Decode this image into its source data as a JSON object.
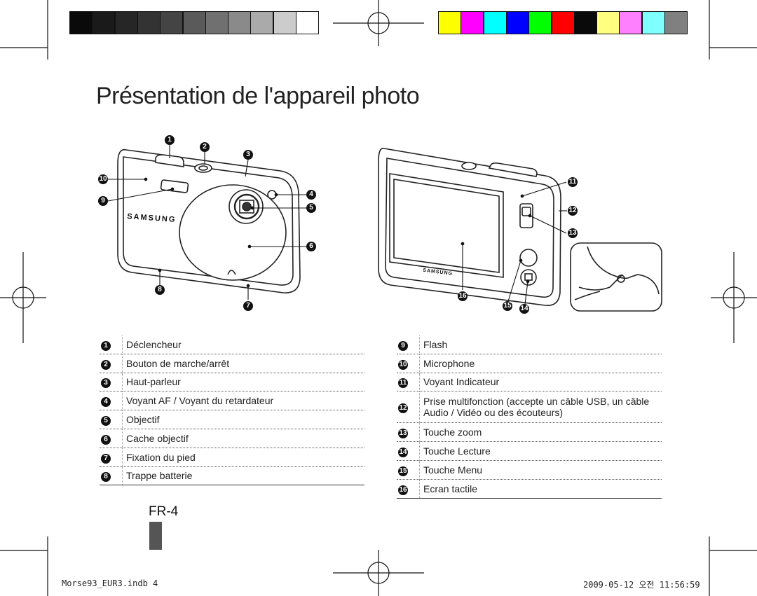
{
  "title": "Présentation de l'appareil photo",
  "grayscale_swatches": [
    "#0a0a0a",
    "#1a1a1a",
    "#262626",
    "#333333",
    "#444444",
    "#5a5a5a",
    "#707070",
    "#8a8a8a",
    "#aaaaaa",
    "#cccccc",
    "#ffffff"
  ],
  "color_swatches": [
    "#ffff00",
    "#ff00ff",
    "#00ffff",
    "#0000ff",
    "#00ff00",
    "#ff0000",
    "#0a0a0a",
    "#ffff80",
    "#ff80ff",
    "#80ffff",
    "#808080"
  ],
  "brand": "SAMSUNG",
  "callouts": [
    "1",
    "2",
    "3",
    "4",
    "5",
    "6",
    "7",
    "8",
    "9",
    "10",
    "11",
    "12",
    "13",
    "14",
    "15",
    "16"
  ],
  "legend_left": [
    {
      "num": "1",
      "text": "Déclencheur"
    },
    {
      "num": "2",
      "text": "Bouton de marche/arrêt"
    },
    {
      "num": "3",
      "text": "Haut-parleur"
    },
    {
      "num": "4",
      "text": "Voyant AF / Voyant du retardateur"
    },
    {
      "num": "5",
      "text": "Objectif"
    },
    {
      "num": "6",
      "text": "Cache objectif"
    },
    {
      "num": "7",
      "text": "Fixation du pied"
    },
    {
      "num": "8",
      "text": "Trappe batterie"
    }
  ],
  "legend_right": [
    {
      "num": "9",
      "text": "Flash"
    },
    {
      "num": "10",
      "text": "Microphone"
    },
    {
      "num": "11",
      "text": "Voyant Indicateur"
    },
    {
      "num": "12",
      "text": "Prise multifonction (accepte un câble USB, un câble Audio / Vidéo ou des écouteurs)"
    },
    {
      "num": "13",
      "text": "Touche zoom"
    },
    {
      "num": "14",
      "text": "Touche Lecture"
    },
    {
      "num": "15",
      "text": "Touche Menu"
    },
    {
      "num": "16",
      "text": "Ecran tactile"
    }
  ],
  "page_number": "FR-4",
  "footer_left": "Morse93_EUR3.indb   4",
  "footer_right": "2009-05-12   오전 11:56:59"
}
